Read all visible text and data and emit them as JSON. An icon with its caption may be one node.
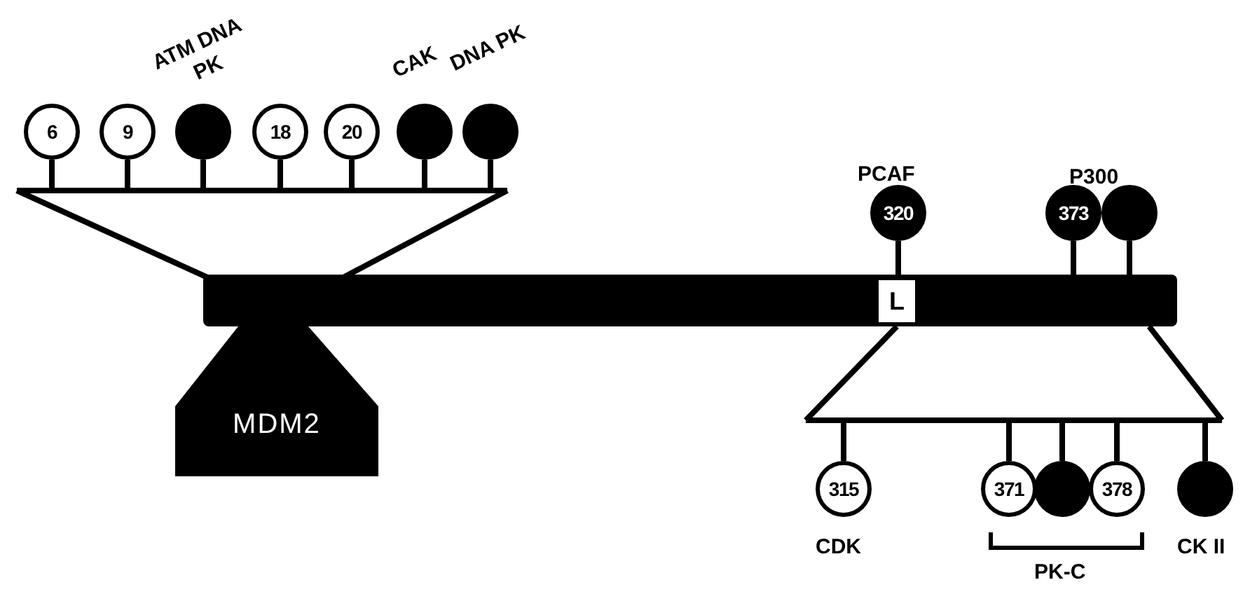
{
  "diagram": {
    "nodes": [
      {
        "text": [
          "6"
        ]
      },
      {
        "text": [
          "9"
        ]
      },
      {
        "text": [],
        "shape": "circle",
        "beside": [
          "ATM DNA PK"
        ]
      },
      {
        "text": [
          "18"
        ]
      },
      {
        "text": [
          "20"
        ]
      },
      {
        "text": [],
        "shape": "circle",
        "beside": [
          "CAK"
        ]
      },
      {
        "text": [],
        "shape": "circle",
        "beside": [
          "DNA PK"
        ]
      },
      {
        "text": [
          "320"
        ],
        "beside": [
          "PCAF"
        ]
      },
      {
        "text": [
          "373"
        ]
      },
      {
        "text": [],
        "shape": "circle"
      },
      {
        "text": [],
        "shape": "bar"
      },
      {
        "text": [
          "L"
        ],
        "in": 10
      },
      {
        "text": [
          "MDM2"
        ]
      },
      {
        "text": [
          "315"
        ],
        "beside": [
          "CDK"
        ]
      },
      {
        "text": [
          "371"
        ]
      },
      {
        "text": [],
        "shape": "circle"
      },
      {
        "text": [
          "378"
        ]
      },
      {
        "text": [],
        "shape": "circle",
        "beside": [
          "CK II"
        ]
      }
    ],
    "edges": [
      {
        "from": 7,
        "to": 10,
        "arrow": "none"
      },
      {
        "from": 8,
        "to": 10,
        "arrow": "none"
      },
      {
        "from": 9,
        "to": 10,
        "arrow": "none"
      }
    ],
    "labels": [
      "P300",
      "PK-C"
    ]
  }
}
